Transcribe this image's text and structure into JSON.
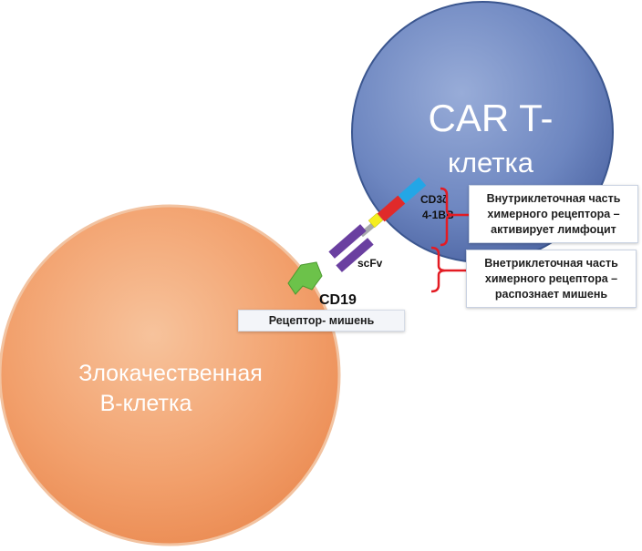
{
  "cells": {
    "car_t_line1": "CAR T-",
    "car_t_line2": "клетка",
    "malignant_line1": "Злокачественная",
    "malignant_line2": "В-клетка"
  },
  "receptor": {
    "cd3z": "CD3ζ",
    "four_one_bb": "4-1BB",
    "scfv": "scFv"
  },
  "antigen": {
    "name": "CD19"
  },
  "callouts": {
    "intracellular": [
      "Внутриклеточная часть",
      "химерного рецептора –",
      "активирует лимфоцит"
    ],
    "extracellular": [
      "Внетриклеточная часть",
      "химерного рецептора –",
      "распознает мишень"
    ],
    "target": "Рецептор- мишень"
  },
  "colors": {
    "car_t_fill": "#6f88c2",
    "malignant_fill": "#f2a06c",
    "cd3z": "#23a6e6",
    "costim": "#e02a2a",
    "hinge": "#f5ee1f",
    "tm": "#a7a9ac",
    "scfv": "#6a3fa0",
    "cd19": "#6cc24a",
    "bracket": "#e31b23"
  }
}
